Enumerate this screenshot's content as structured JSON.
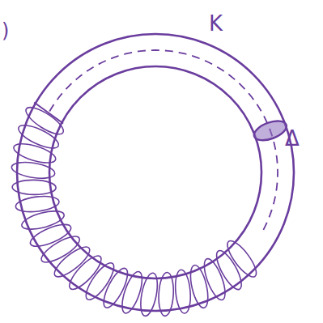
{
  "diagram": {
    "labels": [
      ")",
      "K",
      "Δ"
    ]
  }
}
